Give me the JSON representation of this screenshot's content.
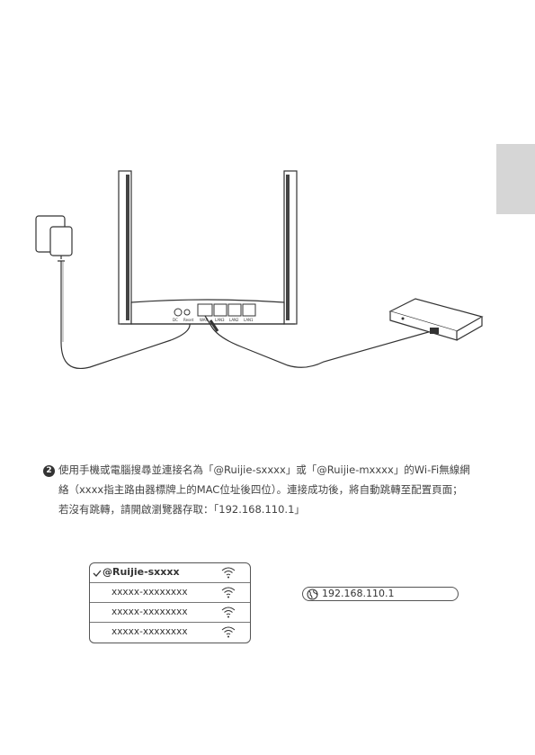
{
  "diagram": {
    "router_port_labels": [
      "DC",
      "Reset",
      "WAN",
      "LAN3",
      "LAN2",
      "LAN1"
    ]
  },
  "instructions": {
    "step_number": "2",
    "line1": "使用手機或電腦搜尋並連接名為「@Ruijie-sxxxx」或「@Ruijie-mxxxx」的Wi-Fi無線網",
    "line2": "絡（xxxx指主路由器標牌上的MAC位址後四位）。連接成功後，將自動跳轉至配置頁面；",
    "line3": "若沒有跳轉，請開啟瀏覽器存取：「192.168.110.1」"
  },
  "wifi_list": {
    "networks": [
      {
        "name": "@Ruijie-sxxxx",
        "selected": true
      },
      {
        "name": "xxxxx-xxxxxxxx",
        "selected": false
      },
      {
        "name": "xxxxx-xxxxxxxx",
        "selected": false
      },
      {
        "name": "xxxxx-xxxxxxxx",
        "selected": false
      }
    ]
  },
  "browser": {
    "url": "192.168.110.1"
  }
}
